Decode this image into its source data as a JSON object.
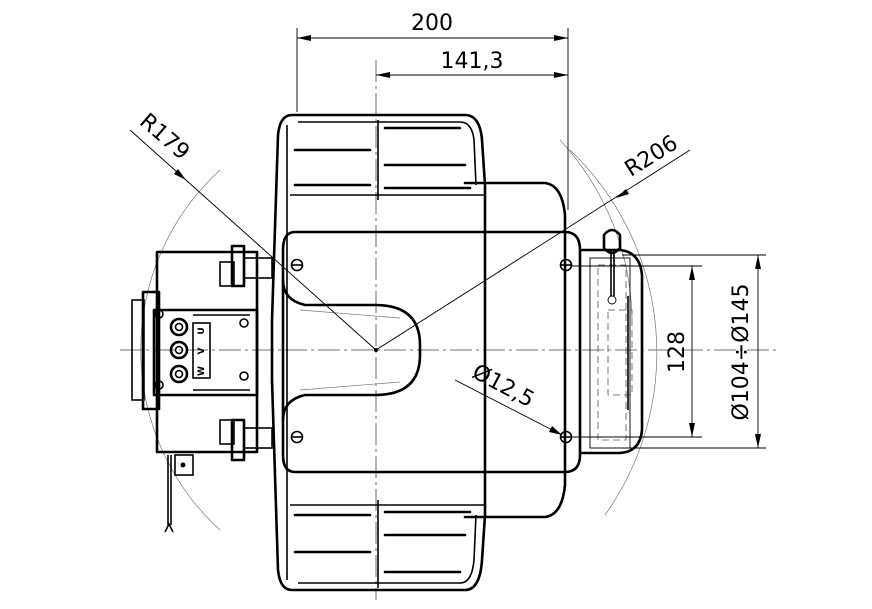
{
  "drawing": {
    "dimensions": {
      "overall_length": "200",
      "center_to_end": "141,3",
      "radius_left": "R179",
      "radius_right": "R206",
      "hole_diameter": "Ø12,5",
      "hole_spacing": "128",
      "flange_diameter_range": "Ø104÷Ø145"
    },
    "terminal_labels": [
      "U",
      "V",
      "W"
    ],
    "colors": {
      "line": "#000000",
      "background": "#ffffff"
    }
  }
}
